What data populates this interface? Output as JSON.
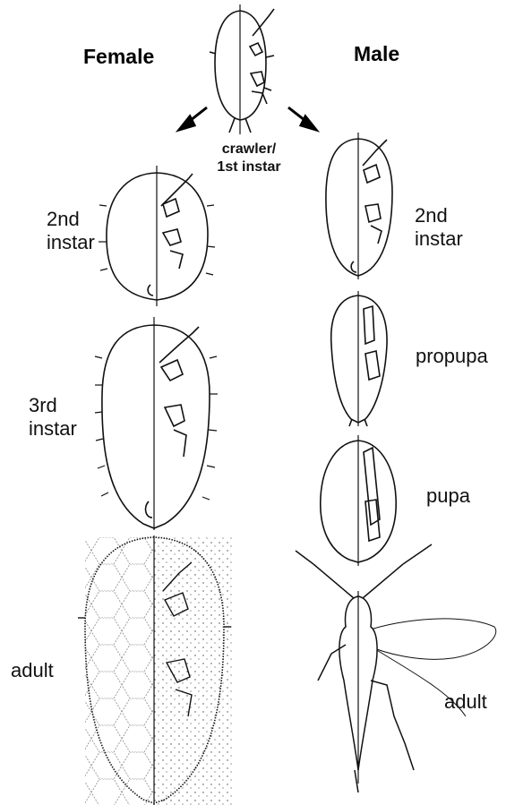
{
  "headings": {
    "female": "Female",
    "male": "Male"
  },
  "center_label": "crawler/\n1st instar",
  "female": {
    "stage_2": "2nd\ninstar",
    "stage_3": "3rd\ninstar",
    "stage_adult": "adult"
  },
  "male": {
    "stage_2": "2nd\ninstar",
    "stage_propupa": "propupa",
    "stage_pupa": "pupa",
    "stage_adult": "adult"
  }
}
